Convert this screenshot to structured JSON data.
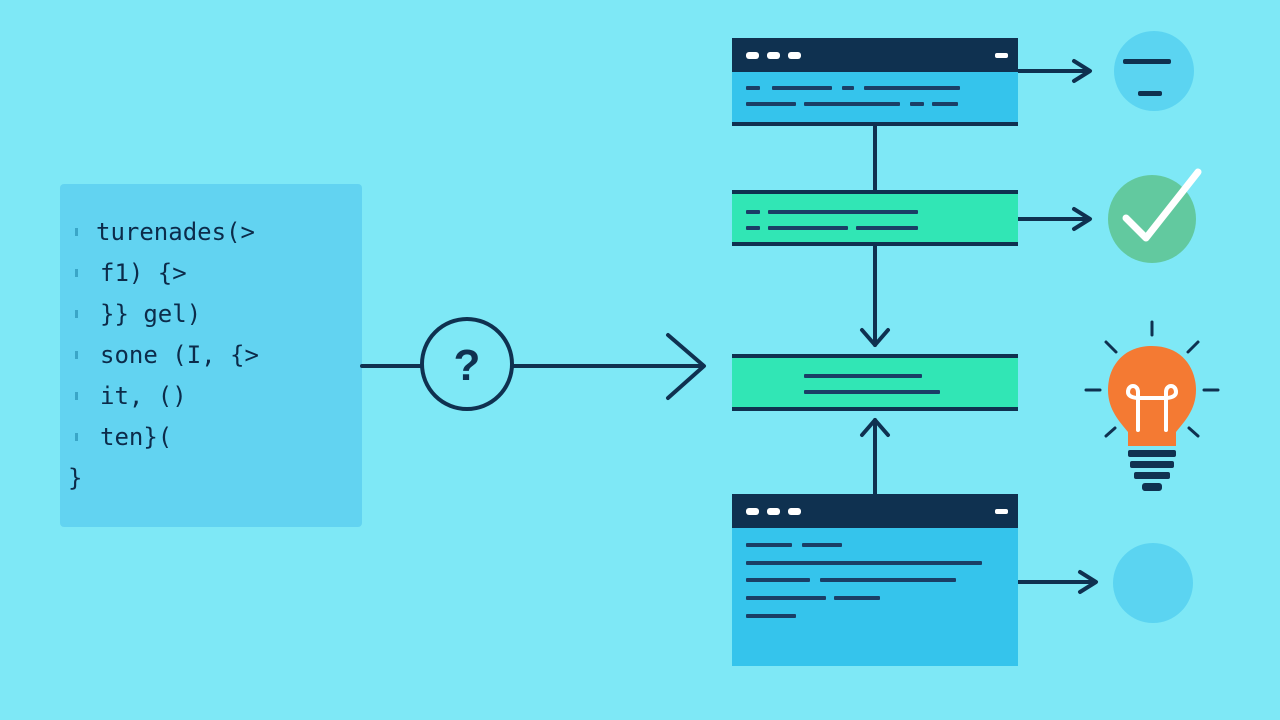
{
  "code_panel": {
    "lines": [
      "turenades(>",
      "f1) {>",
      "}} gel)",
      "sone (I, {>",
      "it, ()",
      "ten}(",
      "}"
    ]
  },
  "flow_node": {
    "symbol": "?"
  },
  "icons": {
    "result_1": "minus-circle-icon",
    "result_2": "checkmark-circle-icon",
    "result_3": "lightbulb-icon",
    "result_4": "empty-circle-icon"
  },
  "colors": {
    "background": "#7ee8f6",
    "code_panel": "#62d3f1",
    "window_blue": "#35c4ec",
    "window_green": "#31e6b5",
    "dark": "#0f3150",
    "check_circle": "#62c99f",
    "bulb": "#f47a33",
    "circle_light": "#5bd4f1"
  }
}
